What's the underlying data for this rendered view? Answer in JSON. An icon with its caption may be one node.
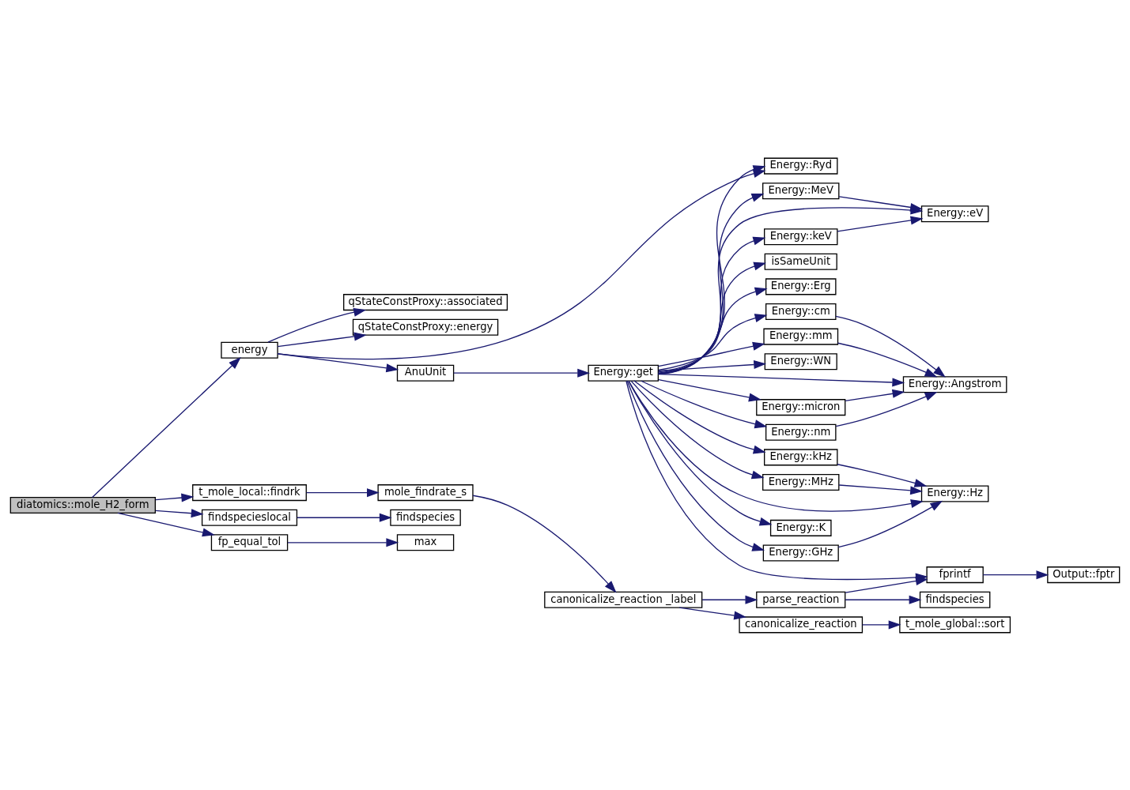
{
  "diagram": {
    "nodes": [
      {
        "text": [
          "diatomics::mole_H2_form"
        ]
      },
      {
        "text": [
          "energy"
        ]
      },
      {
        "text": [
          "t_mole_local::findrk"
        ]
      },
      {
        "text": [
          "findspecieslocal"
        ]
      },
      {
        "text": [
          "fp_equal_tol"
        ]
      },
      {
        "text": [
          "AnuUnit"
        ]
      },
      {
        "text": [
          "qStateConstProxy::associated"
        ]
      },
      {
        "text": [
          "qStateConstProxy::energy"
        ]
      },
      {
        "text": [
          "mole_findrate_s"
        ]
      },
      {
        "text": [
          "findspecies"
        ]
      },
      {
        "text": [
          "max"
        ]
      },
      {
        "text": [
          "Energy::get"
        ]
      },
      {
        "text": [
          "canonicalize_reaction _label"
        ]
      },
      {
        "text": [
          "Energy::Ryd"
        ]
      },
      {
        "text": [
          "isSameUnit"
        ]
      },
      {
        "text": [
          "Energy::Erg"
        ]
      },
      {
        "text": [
          "Energy::keV"
        ]
      },
      {
        "text": [
          "Energy::MeV"
        ]
      },
      {
        "text": [
          "Energy::WN"
        ]
      },
      {
        "text": [
          "Energy::cm"
        ]
      },
      {
        "text": [
          "Energy::mm"
        ]
      },
      {
        "text": [
          "Energy::micron"
        ]
      },
      {
        "text": [
          "Energy::nm"
        ]
      },
      {
        "text": [
          "Energy::kHz"
        ]
      },
      {
        "text": [
          "Energy::MHz"
        ]
      },
      {
        "text": [
          "Energy::GHz"
        ]
      },
      {
        "text": [
          "Energy::K"
        ]
      },
      {
        "text": [
          "parse_reaction"
        ]
      },
      {
        "text": [
          "canonicalize_reaction"
        ]
      },
      {
        "text": [
          "Energy::eV"
        ]
      },
      {
        "text": [
          "Energy::Angstrom"
        ]
      },
      {
        "text": [
          "Energy::Hz"
        ]
      },
      {
        "text": [
          "fprintf"
        ]
      },
      {
        "text": [
          "findspecies"
        ]
      },
      {
        "text": [
          "t_mole_global::sort"
        ]
      },
      {
        "text": [
          "Output::fptr"
        ]
      }
    ],
    "edges": [
      {
        "from": 0,
        "to": 1,
        "arrow": "to"
      },
      {
        "from": 0,
        "to": 2,
        "arrow": "to"
      },
      {
        "from": 0,
        "to": 3,
        "arrow": "to"
      },
      {
        "from": 0,
        "to": 4,
        "arrow": "to"
      },
      {
        "from": 1,
        "to": 13,
        "arrow": "to"
      },
      {
        "from": 1,
        "to": 5,
        "arrow": "to"
      },
      {
        "from": 1,
        "to": 6,
        "arrow": "to"
      },
      {
        "from": 1,
        "to": 7,
        "arrow": "to"
      },
      {
        "from": 2,
        "to": 8,
        "arrow": "to"
      },
      {
        "from": 3,
        "to": 9,
        "arrow": "to"
      },
      {
        "from": 4,
        "to": 10,
        "arrow": "to"
      },
      {
        "from": 5,
        "to": 11,
        "arrow": "to"
      },
      {
        "from": 8,
        "to": 12,
        "arrow": "to"
      },
      {
        "from": 11,
        "to": 13,
        "arrow": "to"
      },
      {
        "from": 11,
        "to": 14,
        "arrow": "to"
      },
      {
        "from": 11,
        "to": 15,
        "arrow": "to"
      },
      {
        "from": 11,
        "to": 29,
        "arrow": "to"
      },
      {
        "from": 11,
        "to": 16,
        "arrow": "to"
      },
      {
        "from": 11,
        "to": 17,
        "arrow": "to"
      },
      {
        "from": 11,
        "to": 18,
        "arrow": "to"
      },
      {
        "from": 11,
        "to": 30,
        "arrow": "to"
      },
      {
        "from": 11,
        "to": 19,
        "arrow": "to"
      },
      {
        "from": 11,
        "to": 20,
        "arrow": "to"
      },
      {
        "from": 11,
        "to": 21,
        "arrow": "to"
      },
      {
        "from": 11,
        "to": 22,
        "arrow": "to"
      },
      {
        "from": 11,
        "to": 31,
        "arrow": "to"
      },
      {
        "from": 11,
        "to": 23,
        "arrow": "to"
      },
      {
        "from": 11,
        "to": 24,
        "arrow": "to"
      },
      {
        "from": 11,
        "to": 25,
        "arrow": "to"
      },
      {
        "from": 11,
        "to": 26,
        "arrow": "to"
      },
      {
        "from": 11,
        "to": 32,
        "arrow": "to"
      },
      {
        "from": 16,
        "to": 29,
        "arrow": "to"
      },
      {
        "from": 17,
        "to": 29,
        "arrow": "to"
      },
      {
        "from": 19,
        "to": 30,
        "arrow": "to"
      },
      {
        "from": 20,
        "to": 30,
        "arrow": "to"
      },
      {
        "from": 21,
        "to": 30,
        "arrow": "to"
      },
      {
        "from": 22,
        "to": 30,
        "arrow": "to"
      },
      {
        "from": 23,
        "to": 31,
        "arrow": "to"
      },
      {
        "from": 24,
        "to": 31,
        "arrow": "to"
      },
      {
        "from": 25,
        "to": 31,
        "arrow": "to"
      },
      {
        "from": 12,
        "to": 27,
        "arrow": "to"
      },
      {
        "from": 12,
        "to": 28,
        "arrow": "to"
      },
      {
        "from": 27,
        "to": 32,
        "arrow": "to"
      },
      {
        "from": 27,
        "to": 33,
        "arrow": "to"
      },
      {
        "from": 28,
        "to": 34,
        "arrow": "to"
      },
      {
        "from": 32,
        "to": 35,
        "arrow": "to"
      }
    ]
  }
}
